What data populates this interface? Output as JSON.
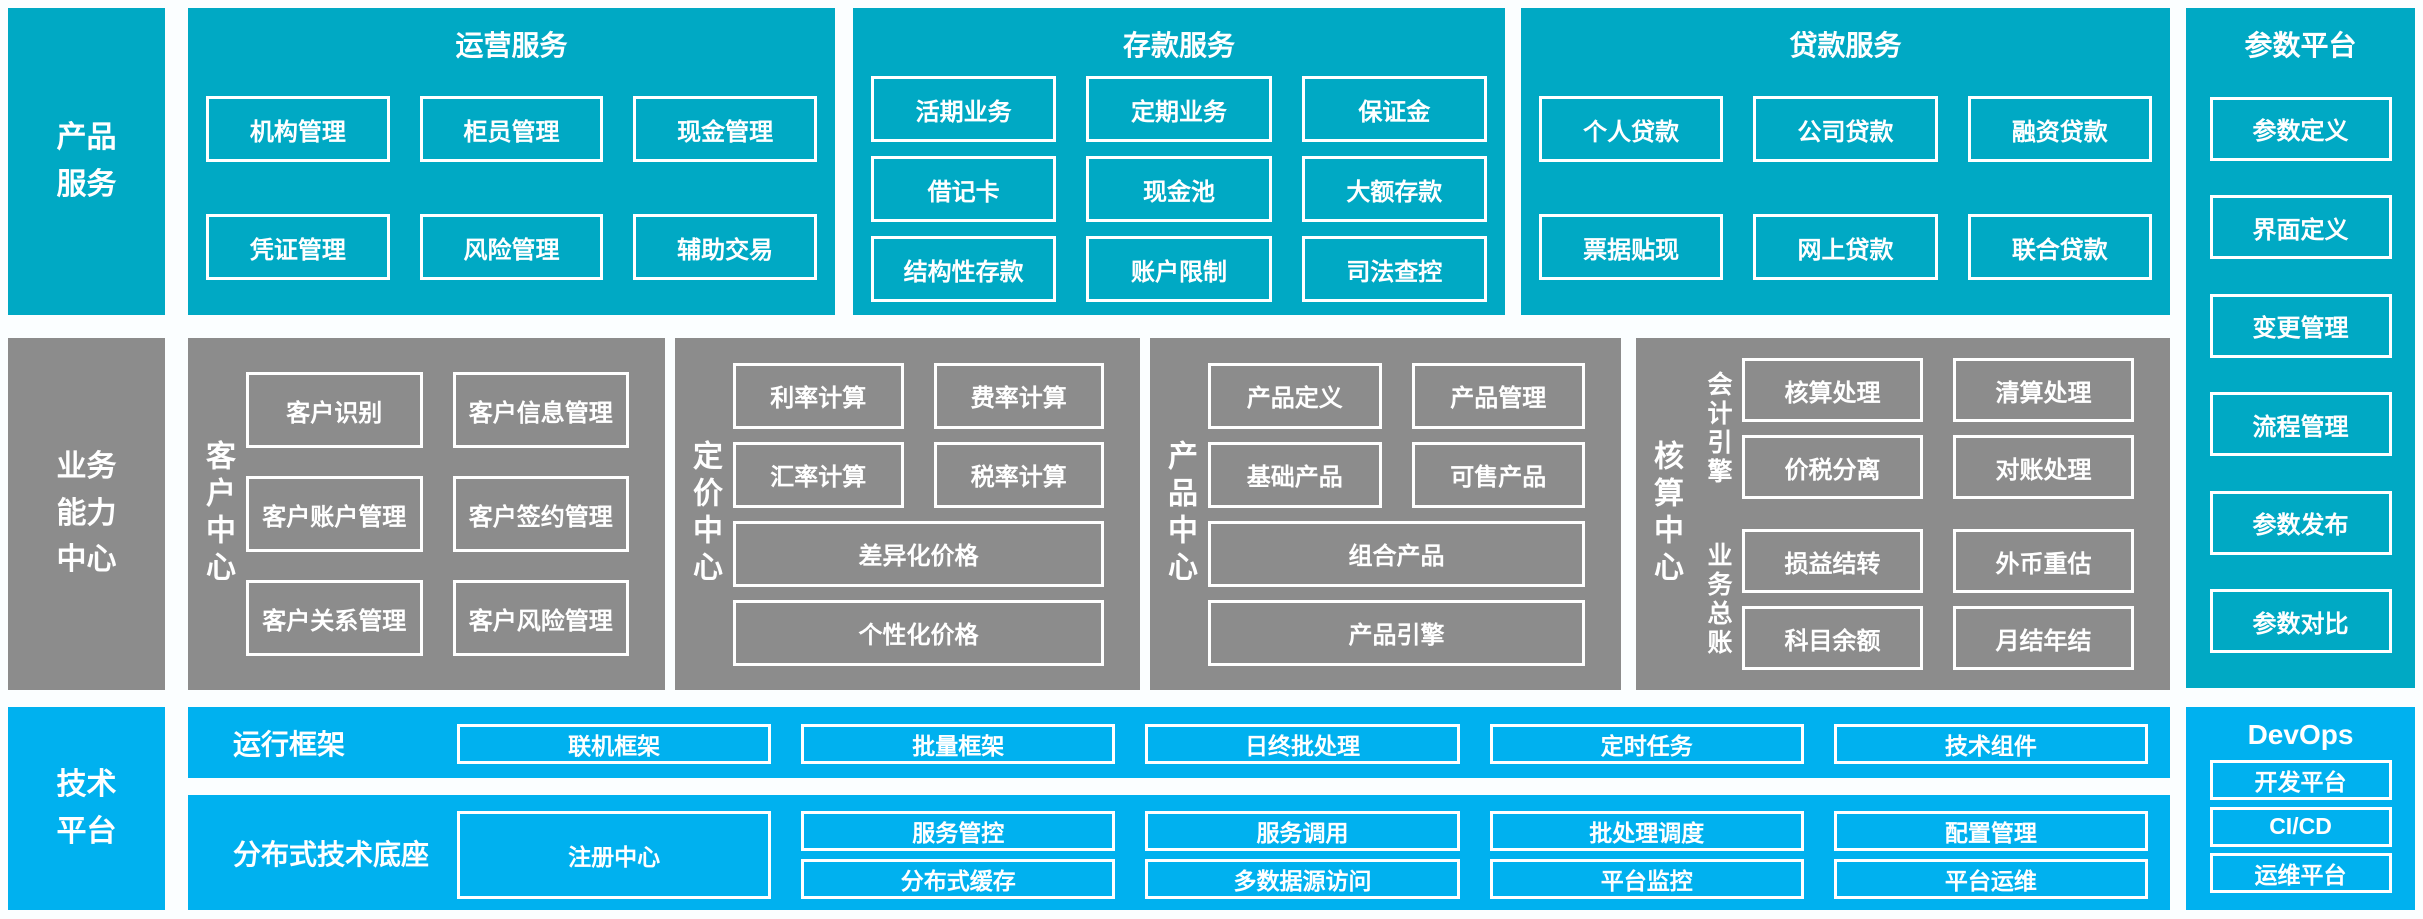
{
  "colors": {
    "teal": "#00A9C4",
    "grey": "#8C8C8C",
    "blue": "#00B1EF",
    "background": "#FBFEFF",
    "box_border": "#FFFFFF",
    "text": "#FFFFFF"
  },
  "left_labels": {
    "products": "产品\n服务",
    "capability": "业务\n能力\n中心",
    "tech": "技术\n平台"
  },
  "operations": {
    "title": "运营服务",
    "boxes": [
      "机构管理",
      "柜员管理",
      "现金管理",
      "凭证管理",
      "风险管理",
      "辅助交易"
    ]
  },
  "deposits": {
    "title": "存款服务",
    "boxes": [
      "活期业务",
      "定期业务",
      "保证金",
      "借记卡",
      "现金池",
      "大额存款",
      "结构性存款",
      "账户限制",
      "司法查控"
    ]
  },
  "loans": {
    "title": "贷款服务",
    "boxes": [
      "个人贷款",
      "公司贷款",
      "融资贷款",
      "票据贴现",
      "网上贷款",
      "联合贷款"
    ]
  },
  "params": {
    "title": "参数平台",
    "boxes": [
      "参数定义",
      "界面定义",
      "变更管理",
      "流程管理",
      "参数发布",
      "参数对比"
    ]
  },
  "customer": {
    "label": "客户中心",
    "boxes": [
      "客户识别",
      "客户信息管理",
      "客户账户管理",
      "客户签约管理",
      "客户关系管理",
      "客户风险管理"
    ]
  },
  "pricing": {
    "label": "定价中心",
    "boxes": [
      "利率计算",
      "费率计算",
      "汇率计算",
      "税率计算"
    ],
    "full_boxes": [
      "差异化价格",
      "个性化价格"
    ]
  },
  "product": {
    "label": "产品中心",
    "boxes": [
      "产品定义",
      "产品管理",
      "基础产品",
      "可售产品"
    ],
    "full_boxes": [
      "组合产品",
      "产品引擎"
    ]
  },
  "accounting": {
    "label": "核算中心",
    "groups": [
      {
        "label": "会计引擎",
        "boxes": [
          "核算处理",
          "清算处理",
          "价税分离",
          "对账处理"
        ]
      },
      {
        "label": "业务总账",
        "boxes": [
          "损益结转",
          "外币重估",
          "科目余额",
          "月结年结"
        ]
      }
    ]
  },
  "runtime": {
    "label": "运行框架",
    "boxes": [
      "联机框架",
      "批量框架",
      "日终批处理",
      "定时任务",
      "技术组件"
    ]
  },
  "distributed": {
    "label": "分布式技术底座",
    "registry": "注册中心",
    "boxes": [
      "服务管控",
      "分布式缓存",
      "服务调用",
      "多数据源访问",
      "批处理调度",
      "平台监控",
      "配置管理",
      "平台运维"
    ]
  },
  "devops": {
    "title": "DevOps",
    "boxes": [
      "开发平台",
      "CI/CD",
      "运维平台"
    ]
  }
}
